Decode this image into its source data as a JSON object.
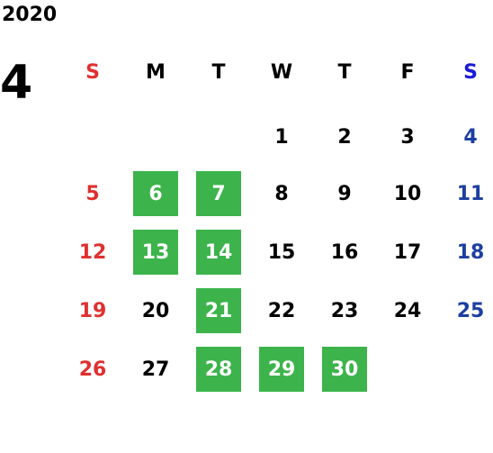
{
  "year": "2020",
  "month": "4",
  "colors": {
    "sunday": "#e03030",
    "saturday": "#1c3fa0",
    "saturday_header": "#1a1ad8",
    "weekday": "#000000",
    "highlight_bg": "#3cb44b",
    "highlight_fg": "#ffffff"
  },
  "weekdays": [
    "S",
    "M",
    "T",
    "W",
    "T",
    "F",
    "S"
  ],
  "weeks": [
    [
      null,
      null,
      null,
      1,
      2,
      3,
      4
    ],
    [
      5,
      6,
      7,
      8,
      9,
      10,
      11
    ],
    [
      12,
      13,
      14,
      15,
      16,
      17,
      18
    ],
    [
      19,
      20,
      21,
      22,
      23,
      24,
      25
    ],
    [
      26,
      27,
      28,
      29,
      30,
      null,
      null
    ]
  ],
  "highlighted_days": [
    6,
    7,
    13,
    14,
    21,
    28,
    29,
    30
  ]
}
